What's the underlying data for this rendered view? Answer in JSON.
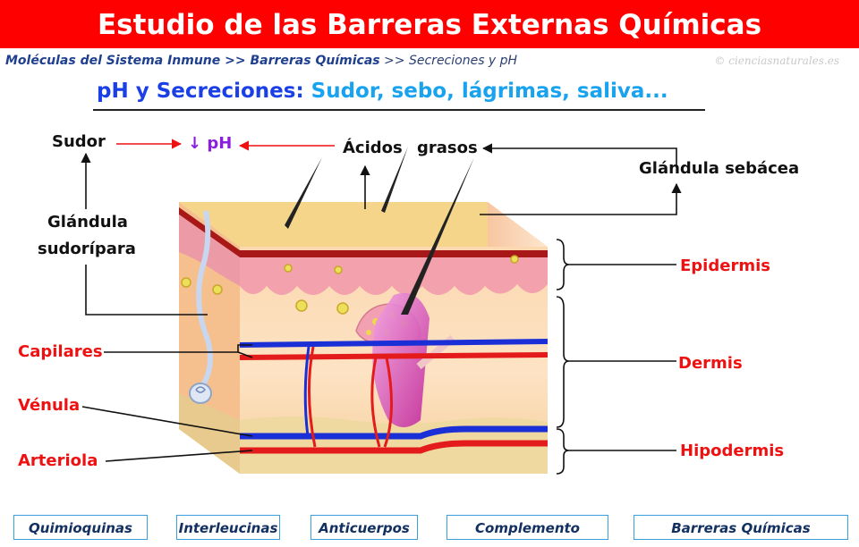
{
  "header": {
    "title": "Estudio de las Barreras Externas Químicas"
  },
  "breadcrumb": {
    "part1": "Moléculas del Sistema Inmune",
    "sep1": " >> ",
    "part2": "Barreras Químicas",
    "sep2": " >> ",
    "current": "Secreciones y pH"
  },
  "watermark": "© cienciasnaturales.es",
  "subtitle": {
    "lead": "pH y Secreciones:",
    "rest": " Sudor, sebo, lágrimas, saliva..."
  },
  "labels": {
    "sudor": "Sudor",
    "ph": "↓ pH",
    "acidos": "Ácidos",
    "grasos": "grasos",
    "glandula_sebacea": "Glándula sebácea",
    "glandula_sudoripara_1": "Glándula",
    "glandula_sudoripara_2": "sudorípara",
    "epidermis": "Epidermis",
    "dermis": "Dermis",
    "hipodermis": "Hipodermis",
    "capilares": "Capilares",
    "venula": "Vénula",
    "arteriola": "Arteriola"
  },
  "nav": {
    "quimioquinas": "Quimioquinas",
    "interleucinas": "Interleucinas",
    "anticuerpos": "Anticuerpos",
    "complemento": "Complemento",
    "barreras": "Barreras Químicas"
  },
  "colors": {
    "title_bg": "#ff0000",
    "label_red": "#ee1111",
    "label_purple": "#8a1fe0",
    "subtitle_blue": "#1a3fe6",
    "subtitle_light": "#19a3ee",
    "nav_border": "#3aa0dd"
  }
}
